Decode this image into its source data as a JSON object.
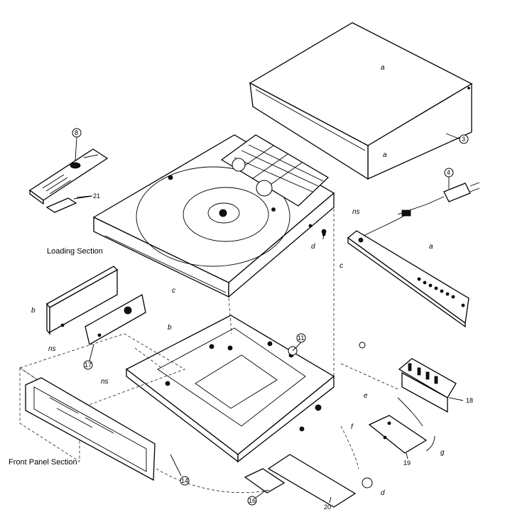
{
  "sections": {
    "loading": "Loading Section",
    "front_panel": "Front Panel Section"
  },
  "callouts": {
    "c3": "3",
    "c4": "4",
    "c8": "8",
    "c11": "11",
    "c14": "14",
    "c16": "16",
    "c17": "17",
    "c18": "18",
    "c19": "19",
    "c20": "20",
    "c21": "21"
  },
  "letters": {
    "a": "a",
    "b": "b",
    "c": "c",
    "d": "d",
    "e": "e",
    "f": "f",
    "g": "g",
    "ns": "ns"
  }
}
